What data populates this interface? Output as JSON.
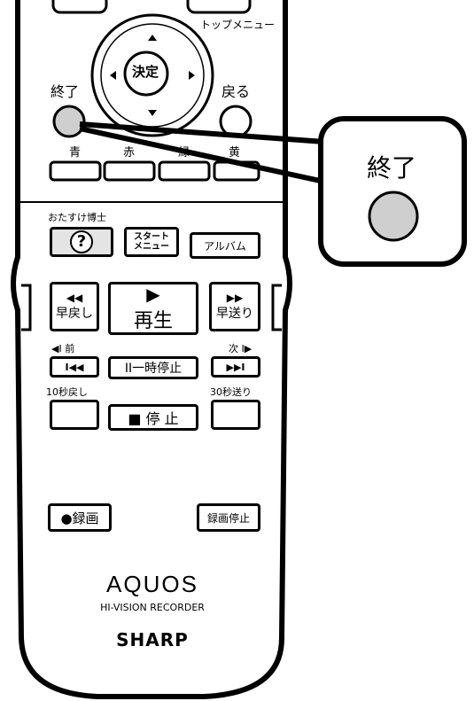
{
  "nav": {
    "top_menu_label": "トップメニュー",
    "enter_label": "決定",
    "exit_label": "終了",
    "back_label": "戻る"
  },
  "color_keys": {
    "blue": "青",
    "red": "赤",
    "green": "緑",
    "yellow": "黄"
  },
  "help_label": "おたすけ博士",
  "help_button": "?",
  "start_menu_button_line1": "スタート",
  "start_menu_button_line2": "メニュー",
  "album_button": "アルバム",
  "play_block": {
    "rewind_icon": "◀◀",
    "rewind_label": "早戻し",
    "play_icon": "▶",
    "play_label": "再生",
    "ff_icon": "▶▶",
    "ff_label": "早送り"
  },
  "skip_block": {
    "prev_label": "◀I 前",
    "next_label": "次 I▶",
    "prev_icon": "I◀◀",
    "pause_label": "II一時停止",
    "next_icon": "▶▶I",
    "back10_label": "10秒戻し",
    "fwd30_label": "30秒送り",
    "stop_label": "■ 停 止"
  },
  "rec_button": "●録画",
  "rec_stop_button": "録画停止",
  "brand": {
    "product": "AQUOS",
    "subtitle": "HI-VISION RECORDER",
    "maker": "SHARP"
  },
  "callout": {
    "title": "終了"
  },
  "colors": {
    "outline": "#000000",
    "button_gray": "#cfcfcf",
    "fill": "#ffffff"
  }
}
